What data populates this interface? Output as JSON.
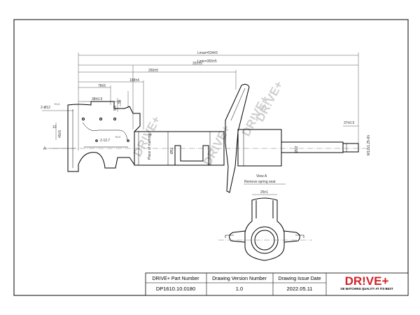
{
  "dimensions": {
    "lmax": "Lmax=534±5",
    "lmin": "Lmin=355±5",
    "d331": "331±5",
    "d250": "250±5",
    "d188": "188±4",
    "d78": "78±5",
    "d38": "38±0.5",
    "d2phi12": "2-Ø12",
    "d2phi12_tol": "+0.4",
    "d2m12": "2-12.7",
    "d2m12_tol": "+0.4",
    "d45": "45±5",
    "d10": "10",
    "d55": "55",
    "d54": "5.4",
    "d27": "27",
    "d37": "37±0.5",
    "phi51": "Ø51",
    "phi22": "Ø22",
    "m12": "M12x1.25-6h",
    "d25": "25±1",
    "a_left": "A",
    "place_of_marking": "Place of marking"
  },
  "view": {
    "title": "View A",
    "subtitle": "Remove spring seat"
  },
  "watermarks": [
    "DR!VE+",
    "DR!VE+",
    "DR!VE+",
    "DR!VE+"
  ],
  "title_block": {
    "headers": [
      "DRIVE+ Part Number",
      "Drawing Version  Number",
      "Drawing Issue Date"
    ],
    "values": [
      "DP1610.10.0180",
      "1.0",
      "2022.05.11"
    ]
  },
  "logo": {
    "text": "DR!VE+",
    "tagline": "OE MATCHING QUALITY AT ITS BEST"
  },
  "colors": {
    "line": "#000000",
    "dim_line": "#555555",
    "brand_red": "#d2232a"
  }
}
